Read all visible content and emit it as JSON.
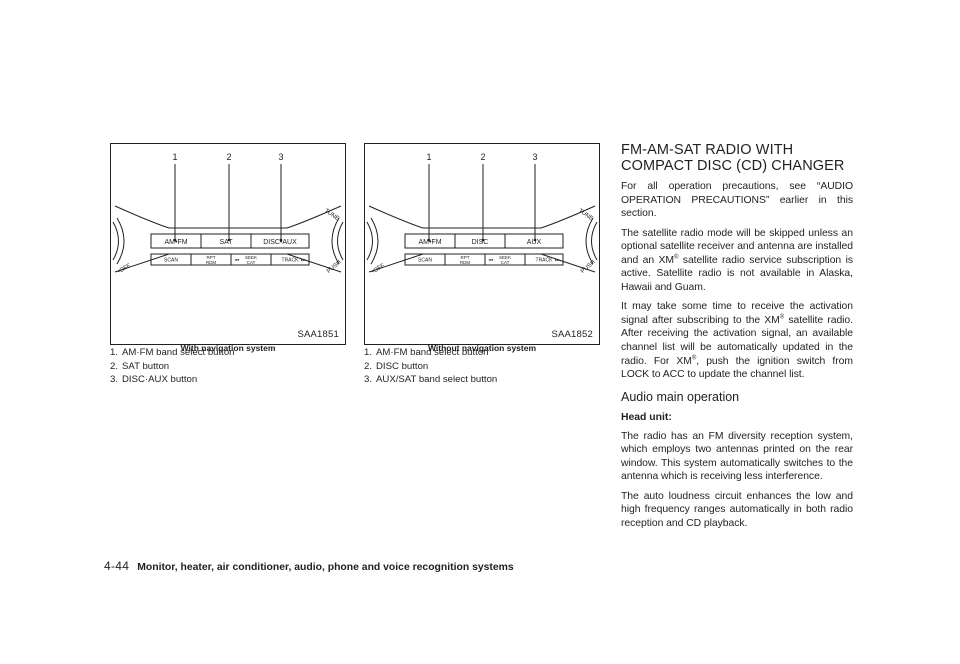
{
  "figures": [
    {
      "callout_numbers": [
        "1",
        "2",
        "3"
      ],
      "top_buttons": [
        "AM•FM",
        "SAT",
        "DISC•AUX"
      ],
      "bottom_buttons": [
        "SCAN",
        "RPT\nRDM",
        "SEEK\nCAT",
        "TRACK"
      ],
      "knob_labels": [
        "OFF",
        "TUNE",
        "PUSH"
      ],
      "code": "SAA1851",
      "caption": "With navigation system",
      "items": [
        {
          "num": "1.",
          "text": "AM·FM band select button"
        },
        {
          "num": "2.",
          "text": "SAT button"
        },
        {
          "num": "3.",
          "text": "DISC·AUX button"
        }
      ]
    },
    {
      "callout_numbers": [
        "1",
        "2",
        "3"
      ],
      "top_buttons": [
        "AM•FM",
        "DISC",
        "AUX"
      ],
      "bottom_buttons": [
        "SCAN",
        "RPT\nRDM",
        "SEEK\nCAT",
        "TRACK"
      ],
      "knob_labels": [
        "OFF",
        "TUNE",
        "PUSH"
      ],
      "code": "SAA1852",
      "caption": "Without navigation system",
      "items": [
        {
          "num": "1.",
          "text": "AM·FM band select button"
        },
        {
          "num": "2.",
          "text": "DISC button"
        },
        {
          "num": "3.",
          "text": "AUX/SAT band select button"
        }
      ]
    }
  ],
  "section": {
    "title": "FM-AM-SAT RADIO WITH COMPACT DISC (CD) CHANGER",
    "intro_paragraphs": [
      [
        "For all operation precautions, see “AUDIO OPERATION PRECAUTIONS” earlier in this section."
      ],
      [
        "The satellite radio mode will be skipped unless an optional satellite receiver and antenna are installed and an XM",
        "®",
        " satellite radio service subscription is active. Satellite radio is not available in Alaska, Hawaii and Guam."
      ],
      [
        "It may take some time to receive the activation signal after subscribing to the XM",
        "®",
        " satellite radio. After receiving the activation signal, an available channel list will be automatically updated in the radio. For XM",
        "®",
        ", push the ignition switch from LOCK to ACC to update the channel list."
      ]
    ],
    "subheading": "Audio main operation",
    "minor_heading": "Head unit:",
    "body_paragraphs": [
      [
        "The radio has an FM diversity reception system, which employs two antennas printed on the rear window. This system automatically switches to the antenna which is receiving less interference."
      ],
      [
        "The auto loudness circuit enhances the low and high frequency ranges automatically in both radio reception and CD playback."
      ]
    ]
  },
  "footer": {
    "page_number": "4-44",
    "chapter_title": "Monitor, heater, air conditioner, audio, phone and voice recognition systems"
  }
}
